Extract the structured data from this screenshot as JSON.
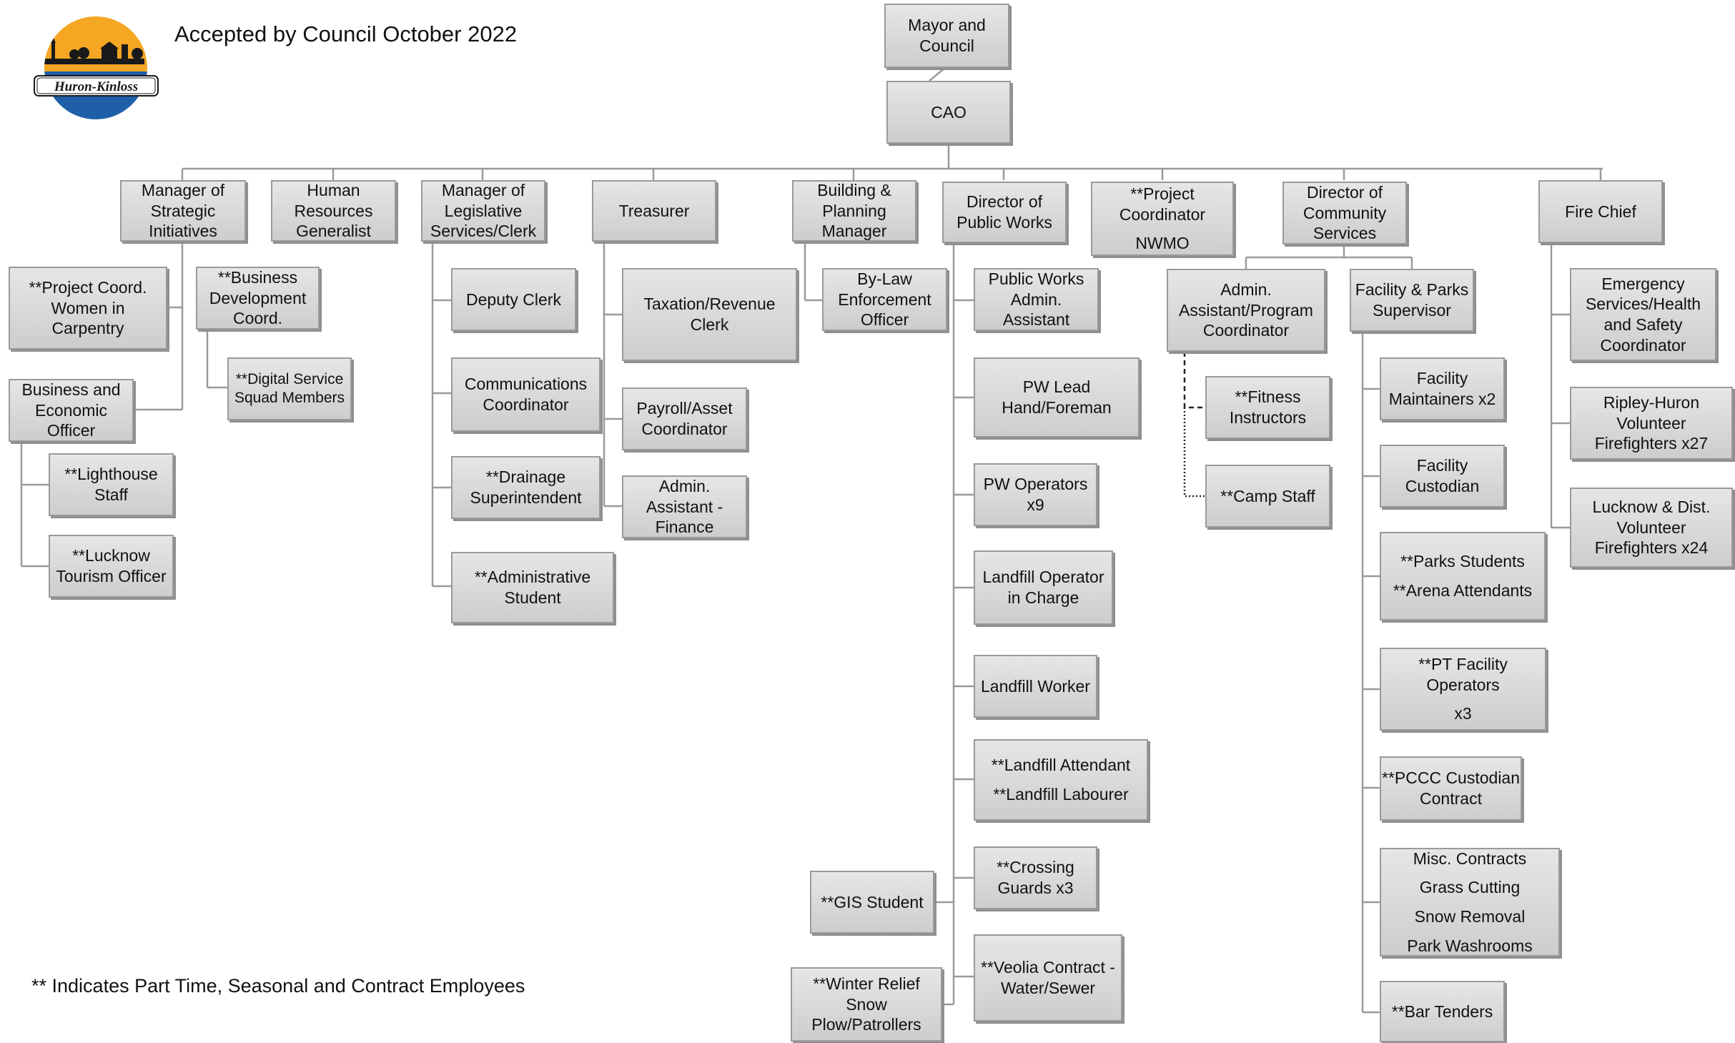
{
  "header": {
    "title": "Accepted by Council October 2022"
  },
  "logo": {
    "text": "Huron-Kinloss",
    "colors": {
      "sky": "#f5a623",
      "water": "#1f5fa8",
      "land": "#1a1a1a"
    }
  },
  "footnote": "** Indicates Part Time, Seasonal and Contract Employees",
  "colors": {
    "box_fill": "#d9d9d9",
    "box_border": "#9a9a9a",
    "connector": "#9a9a9a"
  },
  "boxes": [
    {
      "id": "mayor",
      "lines": [
        "Mayor and",
        "Council"
      ]
    },
    {
      "id": "cao",
      "lines": [
        "CAO"
      ]
    },
    {
      "id": "msi",
      "lines": [
        "Manager of",
        "Strategic",
        "Initiatives"
      ]
    },
    {
      "id": "hr",
      "lines": [
        "Human",
        "Resources",
        "Generalist"
      ]
    },
    {
      "id": "mls",
      "lines": [
        "Manager of",
        "Legislative",
        "Services/Clerk"
      ]
    },
    {
      "id": "treasurer",
      "lines": [
        "Treasurer"
      ]
    },
    {
      "id": "bpm",
      "lines": [
        "Building &",
        "Planning",
        "Manager"
      ]
    },
    {
      "id": "dpw",
      "lines": [
        "Director of",
        "Public Works"
      ]
    },
    {
      "id": "pc",
      "lines": [
        "**Project",
        "Coordinator",
        "",
        "NWMO"
      ]
    },
    {
      "id": "dcs",
      "lines": [
        "Director of",
        "Community",
        "Services"
      ]
    },
    {
      "id": "fire",
      "lines": [
        "Fire Chief"
      ]
    },
    {
      "id": "pcwc",
      "lines": [
        "**Project Coord.",
        "Women in",
        "Carpentry"
      ]
    },
    {
      "id": "bdc",
      "lines": [
        "**Business",
        "Development",
        "Coord."
      ]
    },
    {
      "id": "dssm",
      "lines": [
        "**Digital Service",
        "Squad Members"
      ]
    },
    {
      "id": "beo",
      "lines": [
        "Business and",
        "Economic",
        "Officer"
      ]
    },
    {
      "id": "lhs",
      "lines": [
        "**Lighthouse",
        "Staff"
      ]
    },
    {
      "id": "lto",
      "lines": [
        "**Lucknow",
        "Tourism Officer"
      ]
    },
    {
      "id": "dclerk",
      "lines": [
        "Deputy Clerk"
      ]
    },
    {
      "id": "comm",
      "lines": [
        "Communications",
        "Coordinator"
      ]
    },
    {
      "id": "drain",
      "lines": [
        "**Drainage",
        "Superintendent"
      ]
    },
    {
      "id": "admstu",
      "lines": [
        "**Administrative",
        "Student"
      ]
    },
    {
      "id": "tax",
      "lines": [
        "Taxation/Revenue",
        "Clerk"
      ]
    },
    {
      "id": "payroll",
      "lines": [
        "Payroll/Asset",
        "Coordinator"
      ]
    },
    {
      "id": "adminfin",
      "lines": [
        "Admin.",
        "Assistant -",
        "Finance"
      ]
    },
    {
      "id": "bylaw",
      "lines": [
        "By-Law",
        "Enforcement",
        "Officer"
      ]
    },
    {
      "id": "pwaa",
      "lines": [
        "Public Works",
        "Admin.",
        "Assistant"
      ]
    },
    {
      "id": "pwlead",
      "lines": [
        "PW Lead",
        "Hand/Foreman"
      ]
    },
    {
      "id": "pwops",
      "lines": [
        "PW Operators",
        "x9"
      ]
    },
    {
      "id": "lfop",
      "lines": [
        "Landfill Operator",
        "in Charge"
      ]
    },
    {
      "id": "lfw",
      "lines": [
        "Landfill Worker"
      ]
    },
    {
      "id": "lfal",
      "lines": [
        "**Landfill Attendant",
        "",
        "**Landfill Labourer"
      ]
    },
    {
      "id": "xguards",
      "lines": [
        "**Crossing",
        "Guards x3"
      ]
    },
    {
      "id": "veolia",
      "lines": [
        "**Veolia Contract -",
        "Water/Sewer"
      ]
    },
    {
      "id": "gis",
      "lines": [
        "**GIS Student"
      ]
    },
    {
      "id": "winter",
      "lines": [
        "**Winter Relief",
        "Snow",
        "Plow/Patrollers"
      ]
    },
    {
      "id": "aapc",
      "lines": [
        "Admin.",
        "Assistant/Program",
        "Coordinator"
      ]
    },
    {
      "id": "fps",
      "lines": [
        "Facility & Parks",
        "Supervisor"
      ]
    },
    {
      "id": "fitness",
      "lines": [
        "**Fitness",
        "Instructors"
      ]
    },
    {
      "id": "camp",
      "lines": [
        "**Camp Staff"
      ]
    },
    {
      "id": "facmaint",
      "lines": [
        "Facility",
        "Maintainers x2"
      ]
    },
    {
      "id": "faccust",
      "lines": [
        "Facility",
        "Custodian"
      ]
    },
    {
      "id": "parks",
      "lines": [
        "**Parks Students",
        "",
        "**Arena Attendants"
      ]
    },
    {
      "id": "ptfac",
      "lines": [
        "**PT Facility",
        "Operators",
        "",
        "x3"
      ]
    },
    {
      "id": "pccc",
      "lines": [
        "**PCCC Custodian",
        "Contract"
      ]
    },
    {
      "id": "misc",
      "lines": [
        "Misc. Contracts",
        "",
        "Grass Cutting",
        "",
        "Snow Removal",
        "",
        "Park Washrooms"
      ]
    },
    {
      "id": "bar",
      "lines": [
        "**Bar Tenders"
      ]
    },
    {
      "id": "eshs",
      "lines": [
        "Emergency",
        "Services/Health",
        "and Safety",
        "Coordinator"
      ]
    },
    {
      "id": "ripley",
      "lines": [
        "Ripley-Huron",
        "Volunteer",
        "Firefighters x27"
      ]
    },
    {
      "id": "lucknow",
      "lines": [
        "Lucknow & Dist.",
        "Volunteer",
        "Firefighters x24"
      ]
    }
  ]
}
